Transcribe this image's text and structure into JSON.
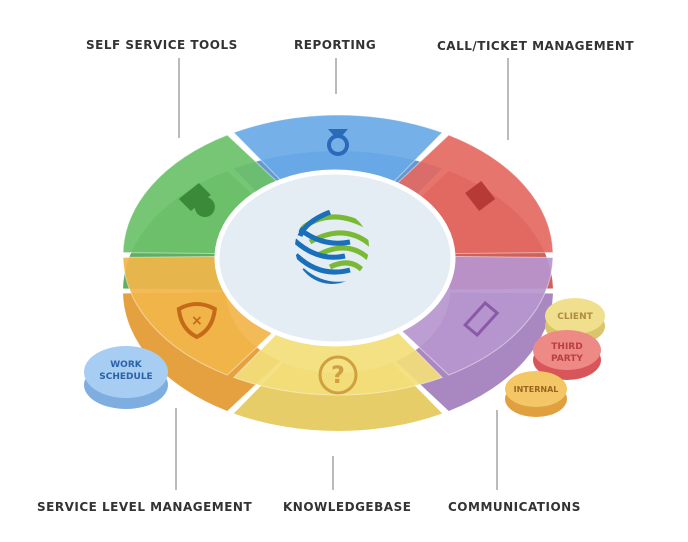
{
  "labels": {
    "self_service": "SELF SERVICE TOOLS",
    "reporting": "REPORTING",
    "call_ticket": "CALL/TICKET MANAGEMENT",
    "service_level": "SERVICE LEVEL MANAGEMENT",
    "knowledgebase": "KNOWLEDGEBASE",
    "communications": "COMMUNICATIONS"
  },
  "segments": [
    {
      "name": "reporting",
      "color": "#6aaae8",
      "side": "#4a86c8",
      "icon": "ribbon-medal-icon"
    },
    {
      "name": "call-ticket",
      "color": "#e46a62",
      "side": "#c4453f",
      "icon": "ticket-tag-icon"
    },
    {
      "name": "communications",
      "color": "#b896d0",
      "side": "#9a72b6",
      "icon": "note-card-icon"
    },
    {
      "name": "knowledgebase",
      "color": "#f3df7a",
      "side": "#e3c44e",
      "icon": "question-icon"
    },
    {
      "name": "service-level",
      "color": "#f2b64a",
      "side": "#e0901e",
      "icon": "shield-icon"
    },
    {
      "name": "self-service",
      "color": "#6cc26a",
      "side": "#45a045",
      "icon": "tools-icon"
    }
  ],
  "pills": {
    "work_schedule_1": "WORK",
    "work_schedule_2": "SCHEDULE",
    "client": "CLIENT",
    "third_party_1": "THIRD",
    "third_party_2": "PARTY",
    "internal": "INTERNAL"
  },
  "center": {
    "icon": "globe-swirl-logo-icon",
    "blue": "#1a6fba",
    "green": "#7ab934"
  }
}
